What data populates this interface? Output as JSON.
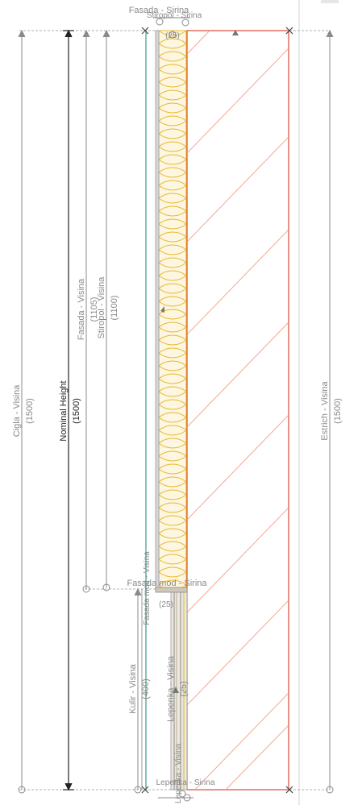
{
  "labels": {
    "cigla": {
      "name": "Cigla - Visina",
      "value": "(1500)"
    },
    "nominal": {
      "name": "Nominal Height",
      "value": "(1500)"
    },
    "fasada_v": {
      "name": "Fasada - Visina",
      "value": "(1105)"
    },
    "stiropol_v": {
      "name": "Stiropol - Visina",
      "value": "(1100)"
    },
    "estrich": {
      "name": "Estrich - Visina",
      "value": "(1500)"
    },
    "kulir": {
      "name": "Kulir - Visina",
      "value": "(400)"
    },
    "lepenka": {
      "name": "Lepenka - Visina",
      "value": "(25)"
    },
    "fasada_mod_v": {
      "name": "Fasada mod - Visina"
    },
    "fasada_top": {
      "name": "Fasada - Sirina"
    },
    "stiropol_top": {
      "name": "Stiropol - Sirina",
      "value": "(25)"
    },
    "fasada_mod_s": {
      "name": "Fasada mod - Sirina",
      "value": "(25)"
    },
    "bottom_s": {
      "name": "Lepenka - Sirina"
    },
    "bottom_v": {
      "name": "Lepenka - Visina"
    }
  },
  "colors": {
    "insulation": "#e8b830",
    "insulation_fill": "#fbf0d0",
    "hatch": "#f4a08a",
    "wall_outline": "#d94a3a",
    "teal_line": "#3a9a8a",
    "dimension_grey": "#8a8a8a",
    "dimension_dark": "#222222",
    "plinth_fill": "#d9d2c2"
  }
}
